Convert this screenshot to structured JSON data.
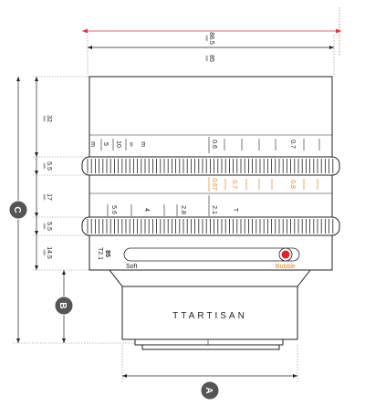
{
  "dimensions": {
    "overall_width": {
      "value": "88.5",
      "unit": "mm",
      "color": "#d83a3a"
    },
    "body_width": {
      "value": "85",
      "unit": "mm"
    },
    "section_1": {
      "value": "32",
      "unit": "mm"
    },
    "section_2": {
      "value": "5.5",
      "unit": "mm"
    },
    "section_3": {
      "value": "17",
      "unit": "mm"
    },
    "section_4": {
      "value": "5.5",
      "unit": "mm"
    },
    "section_5": {
      "value": "14.5",
      "unit": "mm"
    }
  },
  "markers": {
    "a": "A",
    "b": "B",
    "c": "C",
    "color": "#555555"
  },
  "focus_scale": {
    "metric": [
      "m",
      "5",
      "10",
      "∞"
    ],
    "unit_m": "m",
    "values": [
      "0.6",
      "0.7"
    ],
    "accent_color": "#e0862a",
    "feet_values": [
      "0.67",
      "0.7",
      "0.8"
    ]
  },
  "aperture_scale": {
    "values": [
      "5.6",
      "4",
      "2.8",
      "2.1"
    ],
    "t_mark": "T"
  },
  "lens_info": {
    "focal": "85",
    "tstop": "T2.1"
  },
  "switch": {
    "left_label": "Soft",
    "right_label": "Bubble",
    "knob_color": "#e0242a",
    "right_label_color": "#e0862a"
  },
  "brand": "TTARTISAN"
}
